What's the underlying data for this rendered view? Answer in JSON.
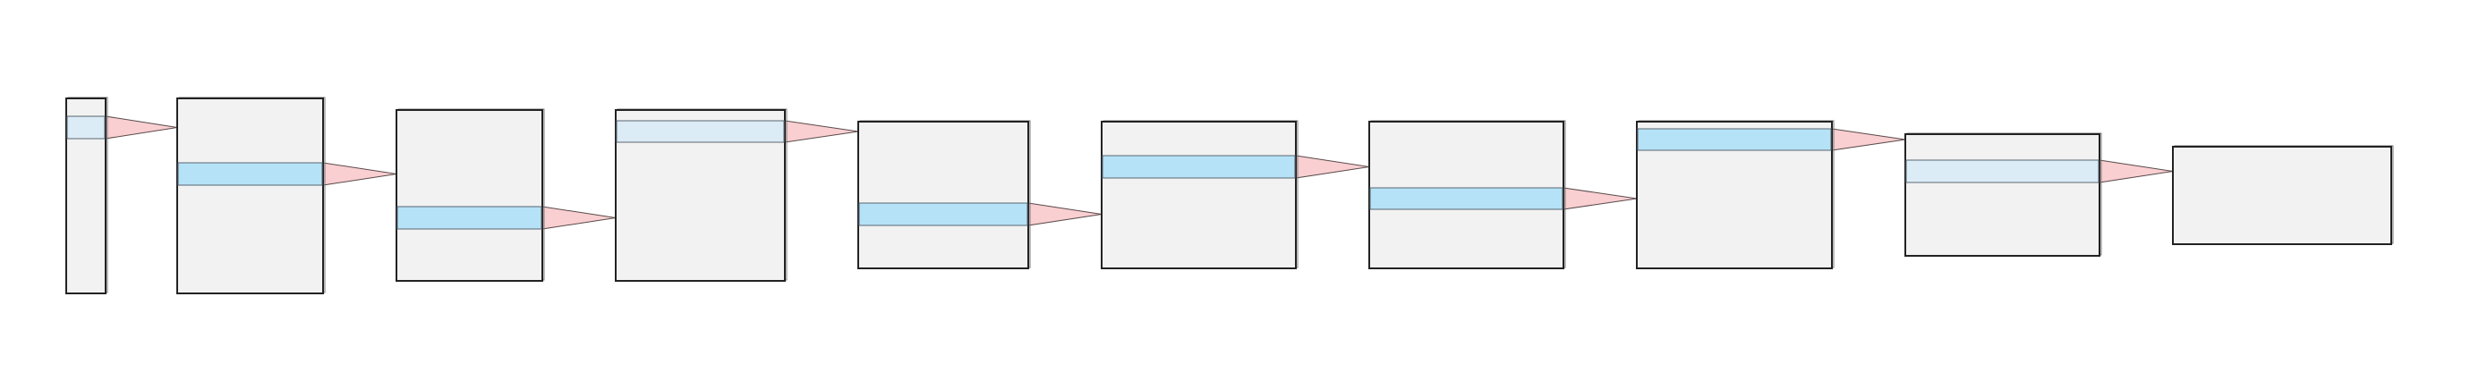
{
  "colors": {
    "background": "#ffffff",
    "block_fill": "#f2f2f2",
    "block_stroke": "#222222",
    "band_fill_strong": "#b5e2f7",
    "band_fill_light": "#dcecf6",
    "band_stroke": "#5a6670",
    "arrow_fill": "#f9cfd2",
    "arrow_stroke": "#5a4a4a"
  },
  "blocks": [
    {
      "id": "block-1",
      "band": "light"
    },
    {
      "id": "block-2",
      "band": "strong"
    },
    {
      "id": "block-3",
      "band": "strong"
    },
    {
      "id": "block-4",
      "band": "light"
    },
    {
      "id": "block-5",
      "band": "strong"
    },
    {
      "id": "block-6",
      "band": "strong"
    },
    {
      "id": "block-7",
      "band": "strong"
    },
    {
      "id": "block-8",
      "band": "strong"
    },
    {
      "id": "block-9",
      "band": "light"
    },
    {
      "id": "block-10",
      "band": "none"
    }
  ],
  "connectors": [
    {
      "from": "block-1",
      "to": "block-2"
    },
    {
      "from": "block-2",
      "to": "block-3"
    },
    {
      "from": "block-3",
      "to": "block-4"
    },
    {
      "from": "block-4",
      "to": "block-5"
    },
    {
      "from": "block-5",
      "to": "block-6"
    },
    {
      "from": "block-6",
      "to": "block-7"
    },
    {
      "from": "block-7",
      "to": "block-8"
    },
    {
      "from": "block-8",
      "to": "block-9"
    },
    {
      "from": "block-9",
      "to": "block-10"
    }
  ]
}
